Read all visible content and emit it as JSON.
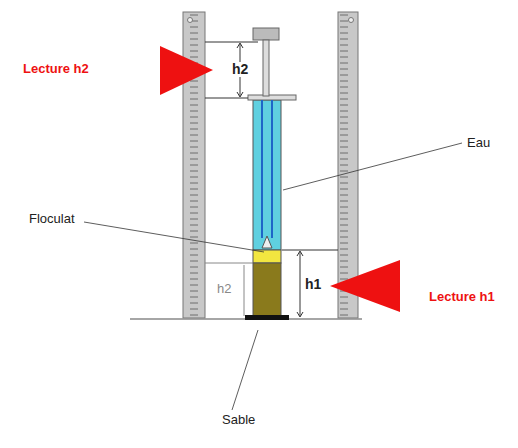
{
  "diagram": {
    "labels": [
      "Lecture h2",
      "h2",
      "Eau",
      "Floculat",
      "h1",
      "h2",
      "Lecture h1",
      "Sable"
    ]
  }
}
